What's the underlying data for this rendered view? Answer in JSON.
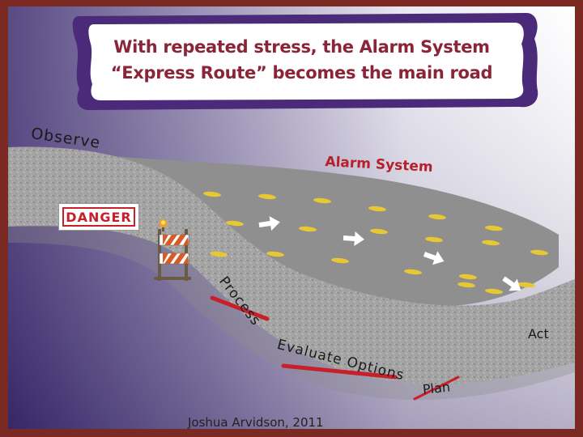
{
  "title": {
    "line1": "With repeated stress, the Alarm System",
    "line2": "“Express Route” becomes the main road"
  },
  "labels": {
    "observe": "Observe",
    "alarm_system": "Alarm System",
    "danger": "DANGER",
    "process": "Process",
    "evaluate_options": "Evaluate Options",
    "plan": "Plan",
    "act": "Act"
  },
  "credit": "Joshua Arvidson, 2011",
  "colors": {
    "frame": "#7a2a22",
    "title_text": "#8a2438",
    "title_border": "#4b2a7a",
    "alarm_text": "#b5202a",
    "strike": "#c8202a",
    "lane_marks": "#e8c832"
  }
}
